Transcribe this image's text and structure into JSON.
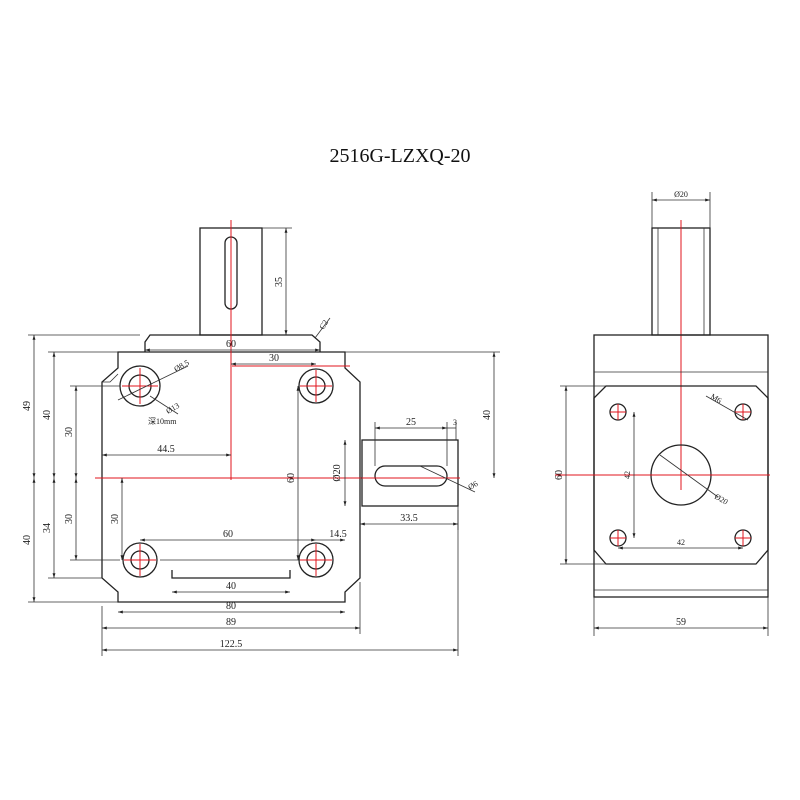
{
  "title": "2516G-LZXQ-20",
  "front_view": {
    "dims": {
      "d35": "35",
      "c2": "C2",
      "d60_top": "60",
      "d30_top": "30",
      "d8_5": "Ø8.5",
      "d13": "Ø13",
      "r10": "深10mm",
      "d49": "49",
      "d40_left": "40",
      "d30_left": "30",
      "d44_5": "44.5",
      "d60_center": "60",
      "d34": "34",
      "d30_left_low": "30",
      "d40_left_low": "40",
      "d30_mid": "30",
      "d60_bottom": "60",
      "d14_5": "14.5",
      "d40_bottom": "40",
      "d80": "80",
      "d89": "89",
      "d122_5": "122.5",
      "d40_right": "40",
      "d25": "25",
      "d3": "3",
      "d20_slot": "Ø20",
      "d6": "Ø6",
      "d33_5": "33.5"
    }
  },
  "side_view": {
    "dims": {
      "d20_top": "Ø20",
      "m6": "M6",
      "d60": "60",
      "d42_v": "42",
      "d20_center": "Ø20",
      "d42_h": "42",
      "d59": "59"
    }
  }
}
